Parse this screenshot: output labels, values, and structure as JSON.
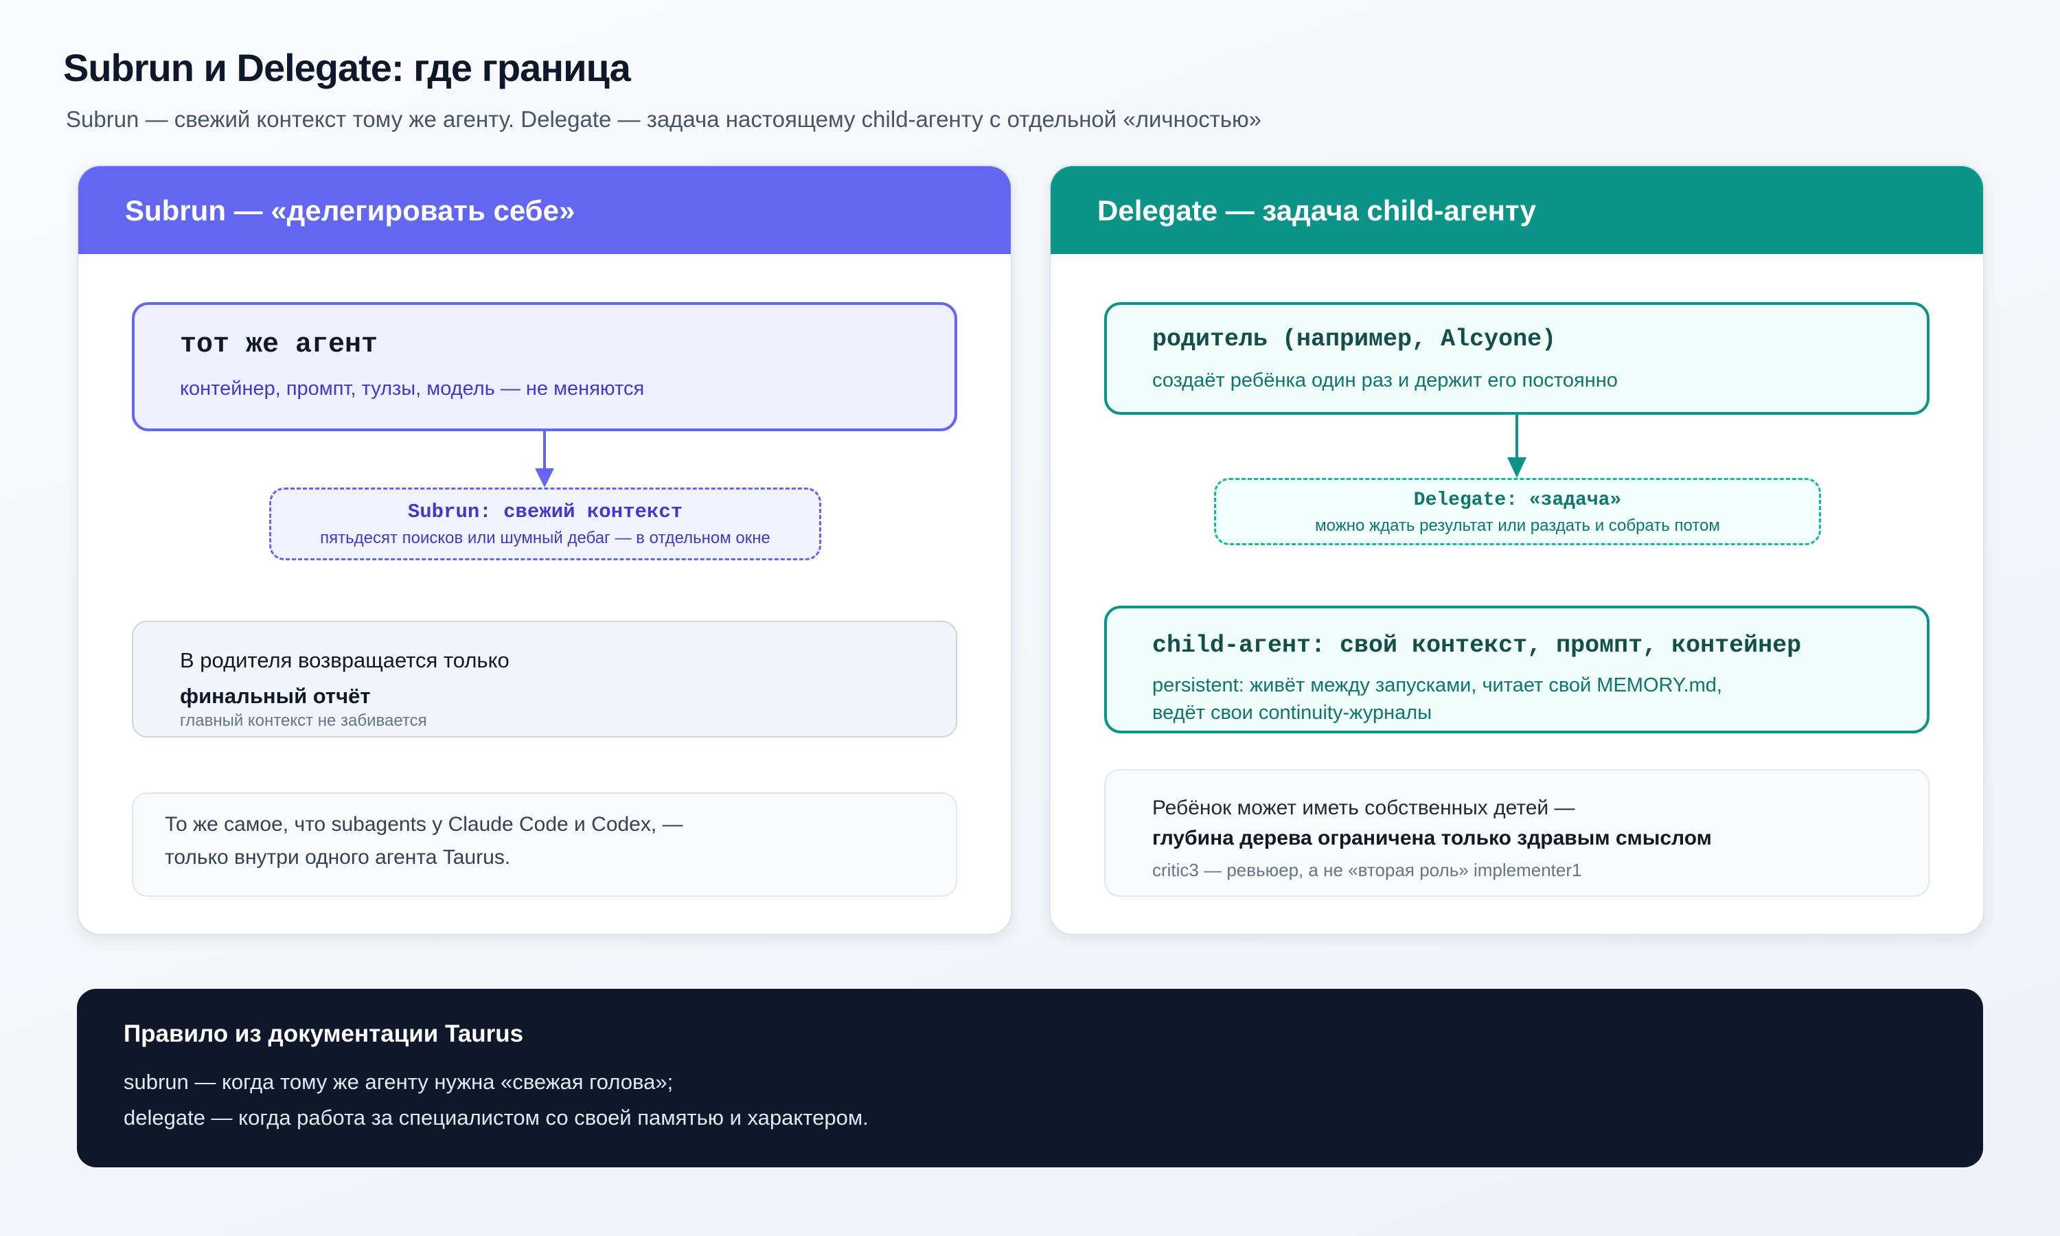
{
  "header": {
    "title": "Subrun и Delegate: где граница",
    "subtitle": "Subrun — свежий контекст тому же агенту. Delegate — задача настоящему child-агенту с отдельной «личностью»"
  },
  "subrun_panel": {
    "heading": "Subrun — «делегировать себе»",
    "agent_box": {
      "title": "тот же агент",
      "text": "контейнер, промпт, тулзы, модель — не меняются"
    },
    "subrun_box": {
      "title": "Subrun: свежий контекст",
      "text": "пятьдесят поисков или шумный дебаг — в отдельном окне"
    },
    "return_box": {
      "line1": "В родителя возвращается только",
      "line2": "финальный отчёт",
      "line3": "главный контекст не забивается"
    },
    "note_box": {
      "line1": "То же самое, что subagents у Claude Code и Codex, —",
      "line2": "только внутри одного агента Taurus."
    }
  },
  "delegate_panel": {
    "heading": "Delegate — задача child-агенту",
    "parent_box": {
      "title": "родитель (например, Alcyone)",
      "text": "создаёт ребёнка один раз и держит его постоянно"
    },
    "delegate_box": {
      "title": "Delegate: «задача»",
      "text": "можно ждать результат или раздать и собрать потом"
    },
    "child_box": {
      "title": "child-агент: свой контекст, промпт, контейнер",
      "line1": "persistent: живёт между запусками, читает свой MEMORY.md,",
      "line2": "ведёт свои continuity-журналы"
    },
    "note_box": {
      "line1": "Ребёнок может иметь собственных детей —",
      "line2": "глубина дерева ограничена только здравым смыслом",
      "line3": "critic3 — ревьюер, а не «вторая роль» implementer1"
    }
  },
  "rule": {
    "title": "Правило из документации Taurus",
    "line1": "subrun — когда тому же агенту нужна «свежая голова»;",
    "line2": "delegate — когда работа за специалистом со своей памятью и характером."
  },
  "colors": {
    "subrun_accent": "#6366f1",
    "delegate_accent": "#0d9488",
    "rule_background": "#0f172a"
  }
}
